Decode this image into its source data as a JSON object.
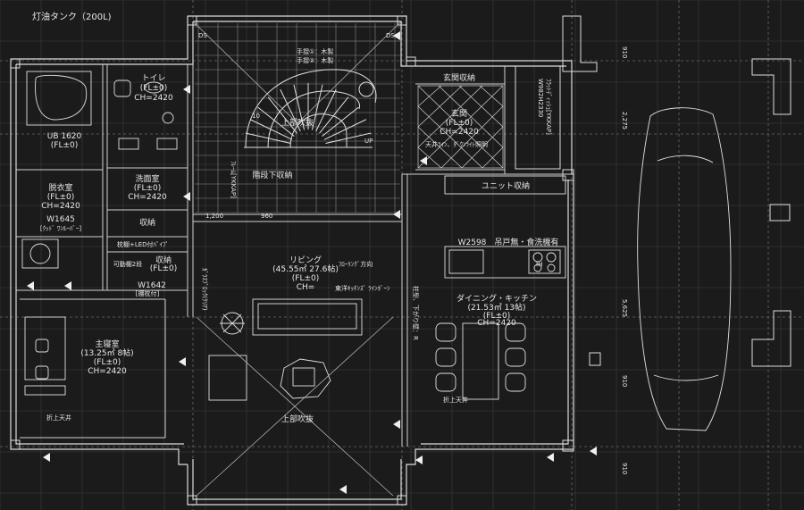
{
  "title": "灯油タンク（200L)",
  "rooms": {
    "toilet": {
      "name": "トイレ",
      "fl": "(FL±0)",
      "ch": "CH=2420"
    },
    "ub": {
      "name": "UB 1620",
      "fl": "(FL±0)"
    },
    "dressing": {
      "name": "脱衣室",
      "fl": "(FL±0)",
      "ch": "CH=2420"
    },
    "washroom": {
      "name": "洗面室",
      "fl": "(FL±0)",
      "ch": "CH=2420"
    },
    "closet_w": {
      "name": "W1645",
      "sub": "[ｸｯﾄﾞ ﾜﾝﾙｰﾊﾞｰ]"
    },
    "storage1": {
      "name": "収納"
    },
    "storage2": {
      "name": "収納",
      "fl": "(FL±0)"
    },
    "led_shelf": {
      "name": "枕棚+LED付ﾊﾟｲﾌﾟ"
    },
    "shelf": {
      "name": "可動棚2段"
    },
    "closet_w2": {
      "name": "W1642",
      "sub": "[棚枕付]"
    },
    "master": {
      "name": "主寝室",
      "area": "(13.25㎡ 8帖)",
      "fl": "(FL±0)",
      "ch": "CH=2420"
    },
    "void_top": {
      "name": "上部吹抜"
    },
    "stair_void": {
      "name": "上部吹抜"
    },
    "under_stair": {
      "name": "階段下収納"
    },
    "entrance_storage": {
      "name": "玄関収納"
    },
    "entrance": {
      "name": "玄関",
      "fl": "(FL±0)",
      "ch": "CH=2420"
    },
    "living": {
      "name": "リビング",
      "area": "(45.55㎡ 27.6帖)",
      "fl": "(FL±0)",
      "ch": "CH="
    },
    "unit_storage": {
      "name": "ユニット収納"
    },
    "kitchen_unit": {
      "name": "W2598　吊戸無・食洗機有"
    },
    "dining": {
      "name": "ダイニング・キッチン",
      "area": "(21.53㎡ 13帖)",
      "fl": "(FL±0)",
      "ch": "CH=2420"
    }
  },
  "notes": {
    "ds1": "DS",
    "ds2": "DS",
    "up": "UP",
    "handrail1": "手摺①：木製",
    "handrail2": "手摺②：木製",
    "ceiling_light": "天井ﾗｲﾝ、ﾀﾞｳﾝﾗｲﾄ照明",
    "window_v": "W982H2330",
    "window_v2": "ﾌﾗｯﾄﾃﾞｨｯｼｭ[YKKAP]",
    "dim_1200": "1,200",
    "dim_960": "960",
    "cx_dir": "ﾌﾛｰﾘﾝｸﾞ方向",
    "toyo": "東洋ｷｯﾁﾝｽﾞ",
    "line_beam": "ﾗｲﾝﾎﾞｰﾝ",
    "pillar": "柱型、下がり壁：R",
    "beam_w": "ｶﾞﾗｽﾌﾞﾛｯｸ(ｸﾘｱ)",
    "beam_w2": "ﾌﾚｰﾑ[YKKAP]",
    "orikomi1": "折上天井",
    "orikomi2": "折上天井",
    "ih": "IH",
    "stair_no": "10",
    "dim_r1": "910",
    "dim_r2": "2,275",
    "dim_r3": "5,625",
    "dim_r4": "910",
    "dim_r5": "910"
  },
  "colors": {
    "bg": "#1b1b1b",
    "line": "#e6e6e6",
    "grid": "#5a5a5a",
    "grid2": "#3a3a3a",
    "wall": "#d8d8d8"
  }
}
